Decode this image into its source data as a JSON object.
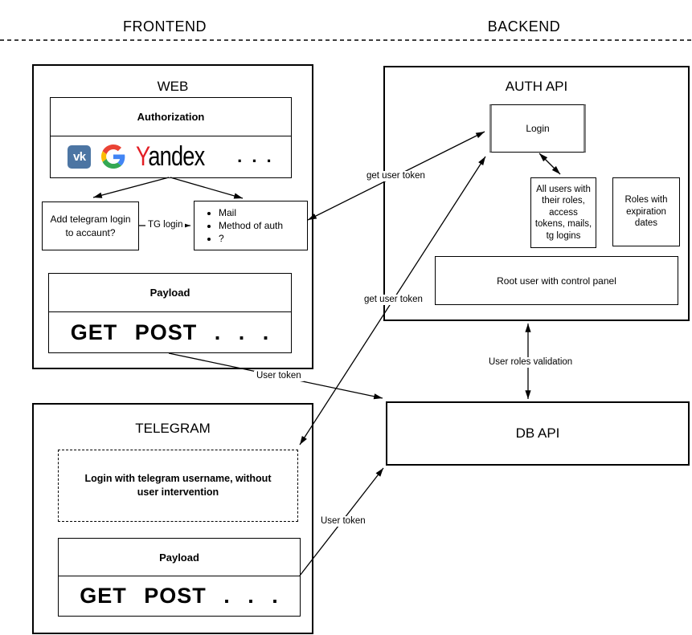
{
  "section_headers": {
    "frontend": "FRONTEND",
    "backend": "BACKEND"
  },
  "web": {
    "title": "WEB",
    "authorization": {
      "title": "Authorization",
      "vk_label": "vk",
      "yandex_first": "Y",
      "yandex_rest": "andex",
      "ellipsis": ". . ."
    },
    "add_telegram_text": "Add telegram login\nto accaunt?",
    "auth_methods": [
      "Mail",
      "Method of auth",
      "?"
    ],
    "payload_title": "Payload",
    "payload_methods": "GET POST . . ."
  },
  "telegram": {
    "title": "TELEGRAM",
    "login_note": "Login with telegram username, without\nuser intervention",
    "payload_title": "Payload",
    "payload_methods": "GET POST . . ."
  },
  "auth_api": {
    "title": "AUTH API",
    "login_label": "Login",
    "users_store": "All users with\ntheir roles,\naccess\ntokens, mails,\ntg logins",
    "roles_store": "Roles with\nexpiration\ndates",
    "root_user": "Root user with control panel"
  },
  "db_api": {
    "title": "DB API"
  },
  "edge_labels": {
    "tg_login": "TG login",
    "get_user_token_web": "get user token",
    "get_user_token_tg": "get user token",
    "user_token_web": "User token",
    "user_token_tg": "User token",
    "user_roles_validation": "User roles validation"
  },
  "colors": {
    "vk_blue": "#4C75A3",
    "yandex_red": "#E31E24",
    "google_red": "#EA4335",
    "google_blue": "#4285F4",
    "google_yellow": "#FBBC05",
    "google_green": "#34A853",
    "line": "#000000"
  }
}
